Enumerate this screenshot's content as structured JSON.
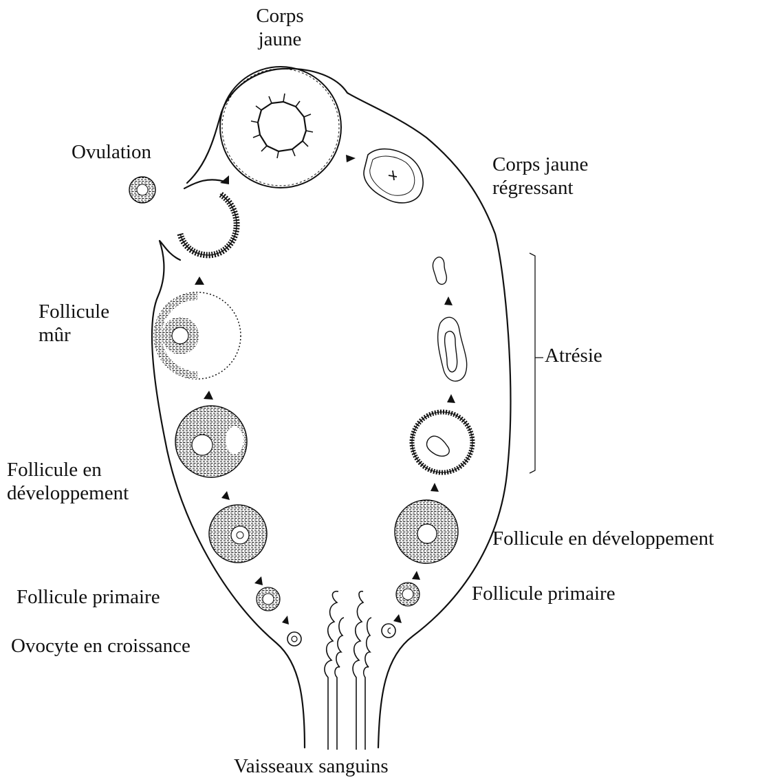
{
  "labels": {
    "corps_jaune": [
      "Corps",
      "jaune"
    ],
    "ovulation": "Ovulation",
    "corps_jaune_regressant": [
      "Corps jaune",
      "régressant"
    ],
    "follicule_mur": [
      "Follicule",
      "mûr"
    ],
    "atresie": "Atrésie",
    "follicule_dev_left": [
      "Follicule en",
      "développement"
    ],
    "follicule_dev_right": "Follicule en développement",
    "follicule_primaire_left": "Follicule primaire",
    "follicule_primaire_right": "Follicule primaire",
    "ovocyte": "Ovocyte en croissance",
    "vaisseaux": "Vaisseaux sanguins"
  },
  "colors": {
    "ink": "#111111",
    "background": "#ffffff"
  }
}
